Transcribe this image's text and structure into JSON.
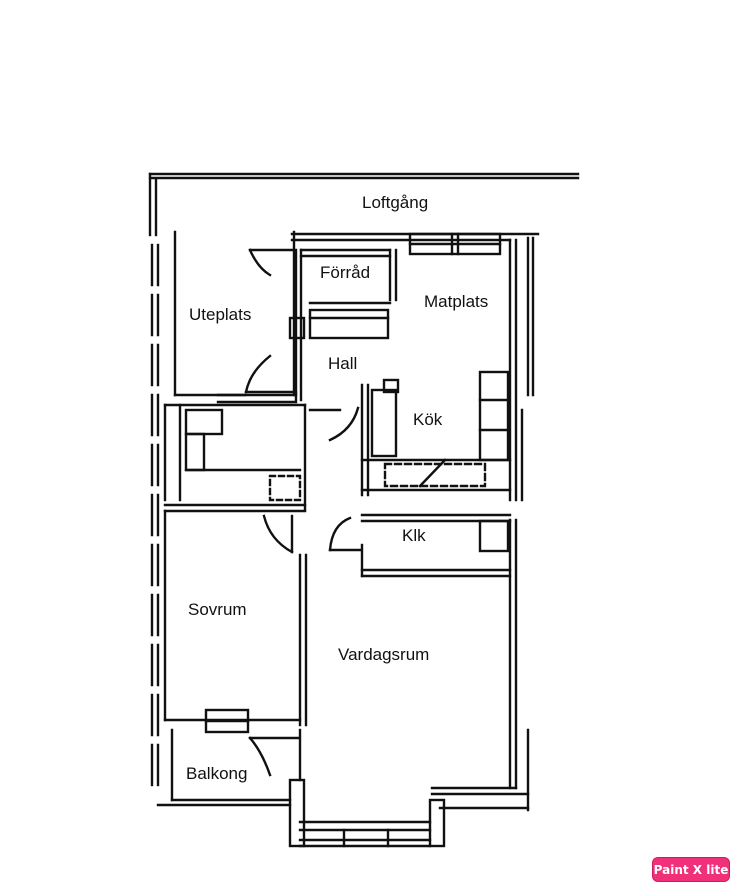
{
  "rooms": {
    "loftgang": "Loftgång",
    "forrad": "Förråd",
    "matplats": "Matplats",
    "uteplats": "Uteplats",
    "hall": "Hall",
    "kok": "Kök",
    "klk": "Klk",
    "sovrum": "Sovrum",
    "vardagsrum": "Vardagsrum",
    "balkong": "Balkong"
  },
  "watermark": "Paint X lite",
  "colors": {
    "ink": "#111111",
    "badge": "#f1307a"
  }
}
